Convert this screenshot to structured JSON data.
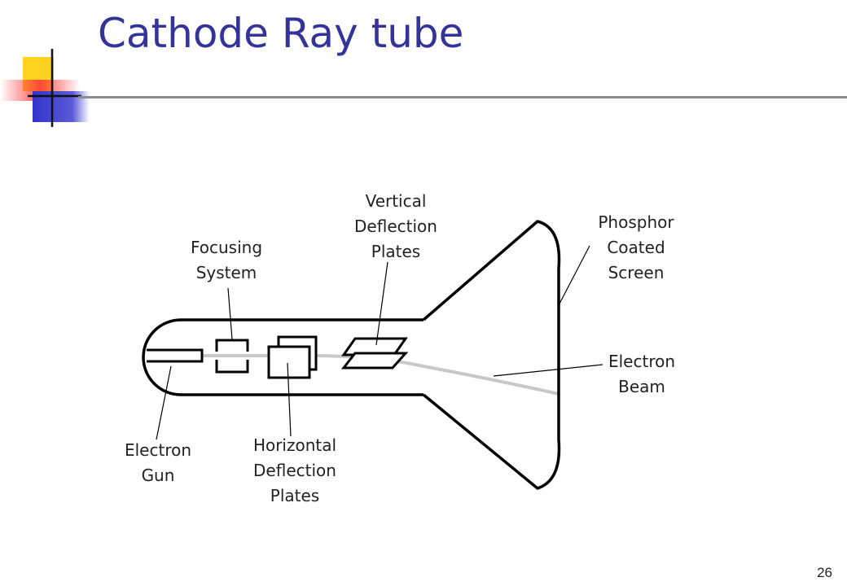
{
  "slide": {
    "title": "Cathode Ray tube",
    "page_number": "26"
  },
  "labels": {
    "vertical_deflection_plates": [
      "Vertical",
      "Deflection",
      "Plates"
    ],
    "focusing_system": [
      "Focusing",
      "System"
    ],
    "phosphor_coated_screen": [
      "Phosphor",
      "Coated",
      "Screen"
    ],
    "electron_beam": [
      "Electron",
      "Beam"
    ],
    "electron_gun": [
      "Electron",
      "Gun"
    ],
    "horizontal_deflection_plates": [
      "Horizontal",
      "Deflection",
      "Plates"
    ]
  },
  "colors": {
    "title": "#33339a",
    "logo_yellow": "#ffd21f",
    "logo_red": "#ff3b3b",
    "logo_blue": "#3333cc",
    "rule": "#8c8c8c",
    "beam": "#c8c8c8"
  }
}
